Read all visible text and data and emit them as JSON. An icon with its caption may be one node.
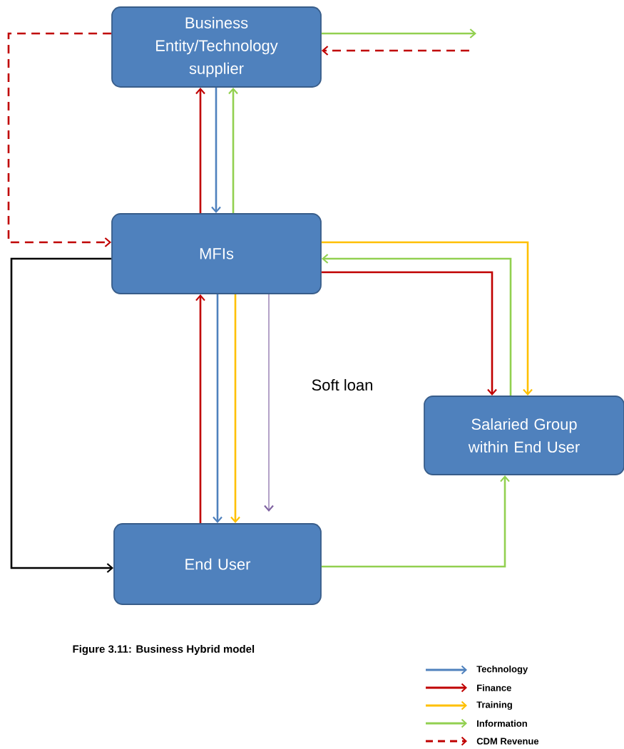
{
  "diagram": {
    "caption": "Figure 3.11: Business Hybrid model",
    "nodes": [
      {
        "text": [
          "Business Entity/Technology supplier"
        ]
      },
      {
        "text": [
          "MFIs"
        ]
      },
      {
        "text": [
          "Salaried Group within End  User"
        ]
      },
      {
        "text": [
          "End  User"
        ]
      }
    ],
    "edges": [
      {
        "from": 0,
        "to": null,
        "arrow": "to",
        "color": "#92d050"
      },
      {
        "from": null,
        "to": 0,
        "arrow": "to",
        "style": "dashed",
        "color": "#c00000"
      },
      {
        "from": 0,
        "to": 1,
        "arrow": "to",
        "style": "dashed",
        "color": "#c00000"
      },
      {
        "from": 1,
        "to": 0,
        "arrow": "to",
        "color": "#c00000"
      },
      {
        "from": 0,
        "to": 1,
        "arrow": "to",
        "color": "#4f81bd"
      },
      {
        "from": 1,
        "to": 0,
        "arrow": "to",
        "color": "#92d050"
      },
      {
        "from": 1,
        "to": 2,
        "arrow": "to",
        "color": "#ffc000"
      },
      {
        "from": 2,
        "to": 1,
        "arrow": "to",
        "color": "#92d050"
      },
      {
        "from": 1,
        "to": 2,
        "arrow": "to",
        "color": "#c00000"
      },
      {
        "from": 1,
        "to": 3,
        "arrow": "to",
        "color": "#000000"
      },
      {
        "from": 3,
        "to": 1,
        "arrow": "to",
        "color": "#c00000"
      },
      {
        "from": 1,
        "to": 3,
        "arrow": "to",
        "color": "#4f81bd"
      },
      {
        "from": 1,
        "to": 3,
        "arrow": "to",
        "color": "#ffc000"
      },
      {
        "from": 1,
        "to": 3,
        "arrow": "to",
        "color": "#8064a2",
        "label": "Soft loan"
      },
      {
        "from": 3,
        "to": 2,
        "arrow": "to",
        "color": "#92d050"
      }
    ],
    "legend": [
      {
        "text": "Technology",
        "color": "#4f81bd"
      },
      {
        "text": "Finance",
        "color": "#c00000"
      },
      {
        "text": "Training",
        "color": "#ffc000"
      },
      {
        "text": "Information",
        "color": "#92d050"
      },
      {
        "text": "CDM Revenue",
        "color": "#c00000"
      }
    ]
  }
}
